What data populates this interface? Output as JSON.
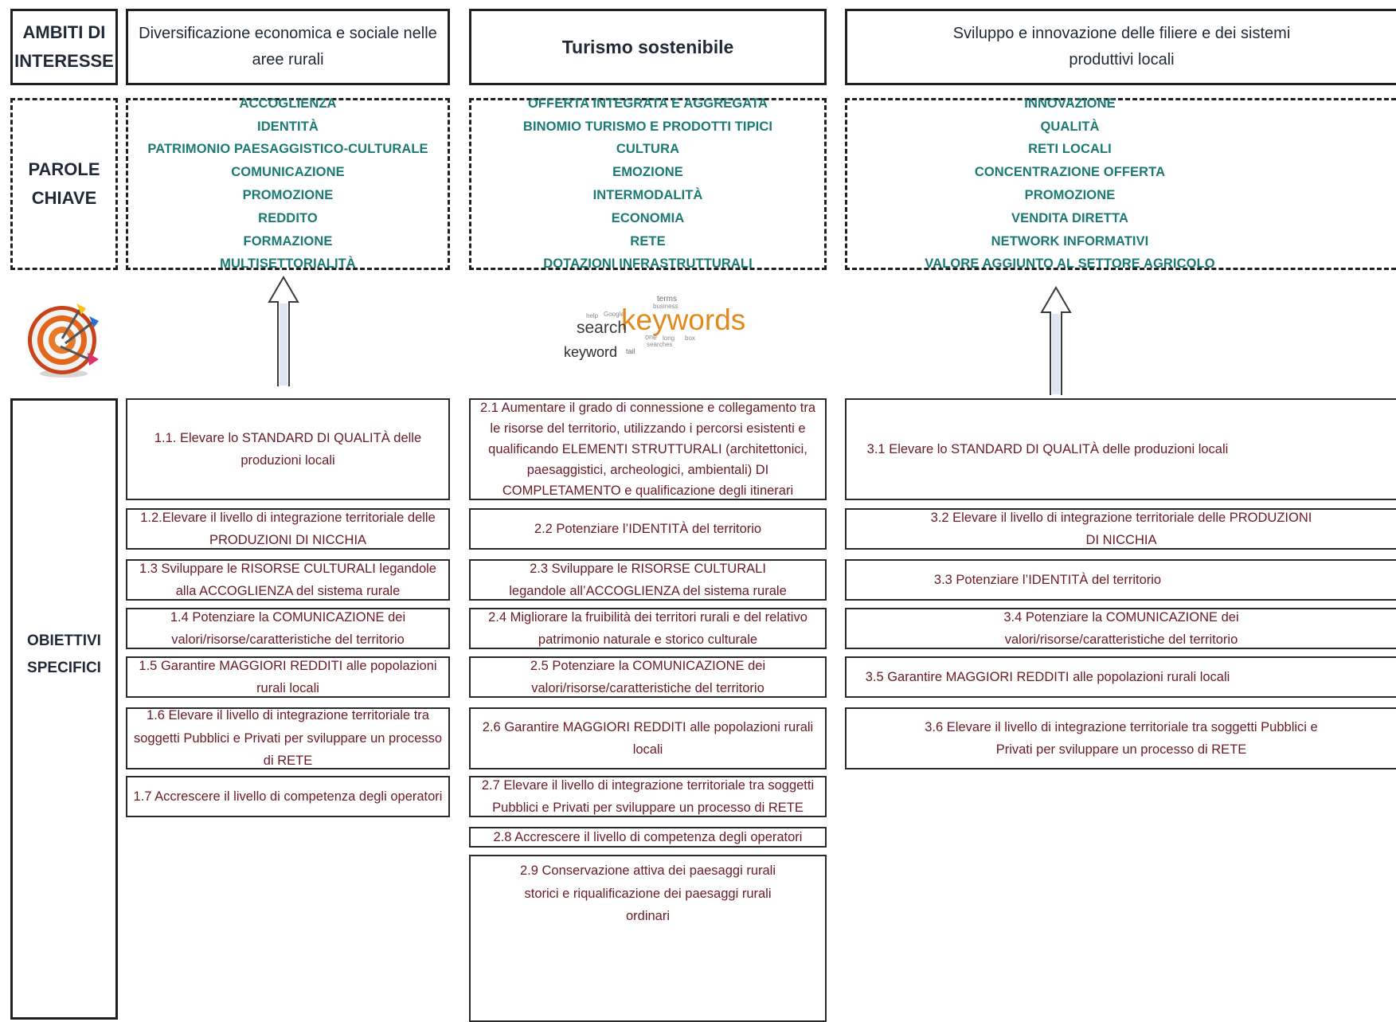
{
  "labels": {
    "ambiti": "AMBITI DI INTERESSE",
    "parole_line1": "PAROLE",
    "parole_line2": "CHIAVE",
    "obiettivi_line1": "OBIETTIVI",
    "obiettivi_line2": "SPECIFICI"
  },
  "columns": [
    {
      "heading": "Diversificazione economica e sociale nelle aree rurali",
      "keywords": [
        "ACCOGLIENZA",
        "IDENTITÀ",
        "PATRIMONIO PAESAGGISTICO-CULTURALE",
        "COMUNICAZIONE",
        "PROMOZIONE",
        "REDDITO",
        "FORMAZIONE",
        "MULTISETTORIALITÀ"
      ],
      "objectives": [
        "1.1. Elevare lo STANDARD DI QUALITÀ delle produzioni locali",
        "1.2.Elevare il livello di integrazione territoriale delle PRODUZIONI DI NICCHIA",
        "1.3 Sviluppare le RISORSE CULTURALI legandole alla ACCOGLIENZA del sistema rurale",
        "1.4 Potenziare la COMUNICAZIONE dei valori/risorse/caratteristiche del territorio",
        "1.5 Garantire MAGGIORI REDDITI alle popolazioni rurali locali",
        "1.6 Elevare il livello di integrazione territoriale tra soggetti Pubblici e Privati per sviluppare un processo di RETE",
        "1.7 Accrescere il livello di competenza degli operatori"
      ]
    },
    {
      "heading": "Turismo sostenibile",
      "keywords": [
        "OFFERTA INTEGRATA E AGGREGATA",
        "BINOMIO TURISMO E PRODOTTI TIPICI",
        "CULTURA",
        "EMOZIONE",
        "INTERMODALITÀ",
        "ECONOMIA",
        "RETE",
        "DOTAZIONI INFRASTRUTTURALI"
      ],
      "objectives": [
        "2.1 Aumentare il grado di connessione e collegamento tra le risorse del territorio, utilizzando i percorsi esistenti e qualificando ELEMENTI STRUTTURALI (architettonici, paesaggistici, archeologici, ambientali) DI COMPLETAMENTO e qualificazione degli itinerari",
        "2.2 Potenziare l’IDENTITÀ del territorio",
        "2.3 Sviluppare le RISORSE CULTURALI legandole all’ACCOGLIENZA del sistema rurale",
        "2.4 Migliorare la fruibilità dei territori rurali e del relativo patrimonio naturale e storico culturale",
        "2.5 Potenziare la COMUNICAZIONE dei valori/risorse/caratteristiche del territorio",
        "2.6 Garantire MAGGIORI REDDITI alle popolazioni rurali locali",
        "2.7 Elevare il livello di integrazione territoriale tra soggetti Pubblici e Privati per sviluppare un processo di RETE",
        "2.8 Accrescere il livello di competenza degli operatori",
        "2.9 Conservazione attiva dei paesaggi rurali storici e riqualificazione dei paesaggi rurali ordinari"
      ]
    },
    {
      "heading": "Sviluppo e innovazione delle filiere e dei sistemi produttivi locali",
      "keywords": [
        "INNOVAZIONE",
        "QUALITÀ",
        "RETI LOCALI",
        "CONCENTRAZIONE OFFERTA",
        "PROMOZIONE",
        "VENDITA DIRETTA",
        "NETWORK INFORMATIVI",
        "VALORE AGGIUNTO AL SETTORE AGRICOLO"
      ],
      "objectives": [
        "3.1 Elevare lo STANDARD DI QUALITÀ delle produzioni locali",
        "3.2 Elevare il livello di integrazione territoriale delle PRODUZIONI DI NICCHIA",
        "3.3 Potenziare l’IDENTITÀ del territorio",
        "3.4 Potenziare la COMUNICAZIONE dei valori/risorse/caratteristiche del territorio",
        "3.5 Garantire MAGGIORI REDDITI alle popolazioni rurali locali",
        "3.6 Elevare il livello di integrazione territoriale tra soggetti Pubblici e Privati per sviluppare un processo di RETE"
      ]
    }
  ],
  "keyword_cloud": {
    "main_word": "keywords",
    "words": [
      "search",
      "keyword",
      "terms",
      "business",
      "help",
      "Google",
      "one",
      "long",
      "tail",
      "searches",
      "box"
    ]
  },
  "colors": {
    "keyword_teal": "#1b7a73",
    "objective_maroon": "#6b1b24",
    "keyword_orange": "#e08a1e",
    "heading_dark": "#1f2a36"
  },
  "icons": {
    "target": "target-with-darts-icon",
    "arrow": "up-arrow-icon"
  }
}
